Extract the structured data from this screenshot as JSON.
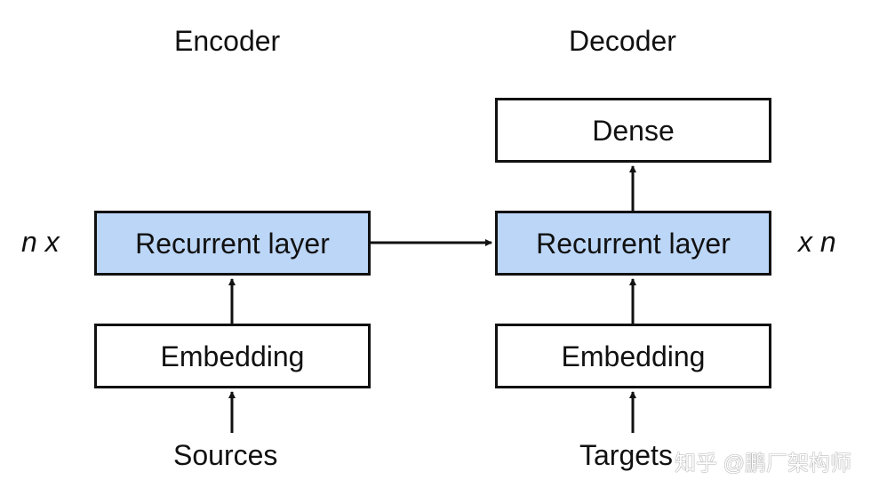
{
  "encoder": {
    "title": "Encoder",
    "recurrent": "Recurrent layer",
    "embedding": "Embedding",
    "input": "Sources",
    "repeat": "n x"
  },
  "decoder": {
    "title": "Decoder",
    "dense": "Dense",
    "recurrent": "Recurrent layer",
    "embedding": "Embedding",
    "input": "Targets",
    "repeat": "x n"
  },
  "watermark": "知乎 @鹏厂架构师",
  "colors": {
    "recurrent_fill": "#bcd6f7",
    "stroke": "#111111"
  }
}
